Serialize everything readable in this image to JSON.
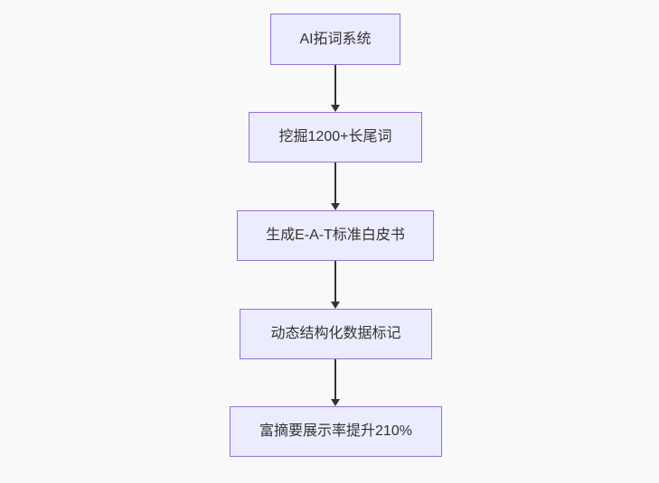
{
  "flowchart": {
    "type": "flowchart-vertical",
    "direction": "top-down",
    "nodes": [
      {
        "id": "step-1",
        "label": "AI拓词系统"
      },
      {
        "id": "step-2",
        "label": "挖掘1200+长尾词"
      },
      {
        "id": "step-3",
        "label": "生成E-A-T标准白皮书"
      },
      {
        "id": "step-4",
        "label": "动态结构化数据标记"
      },
      {
        "id": "step-5",
        "label": "富摘要展示率提升210%"
      }
    ],
    "edges": [
      {
        "from": "step-1",
        "to": "step-2",
        "style": "arrow-down"
      },
      {
        "from": "step-2",
        "to": "step-3",
        "style": "arrow-down"
      },
      {
        "from": "step-3",
        "to": "step-4",
        "style": "arrow-down"
      },
      {
        "from": "step-4",
        "to": "step-5",
        "style": "arrow-down"
      }
    ],
    "colors": {
      "background": "#f9f9f9",
      "node_fill": "#ECECFF",
      "node_border": "#9370DB",
      "node_text": "#333333",
      "arrow": "#333333"
    }
  }
}
